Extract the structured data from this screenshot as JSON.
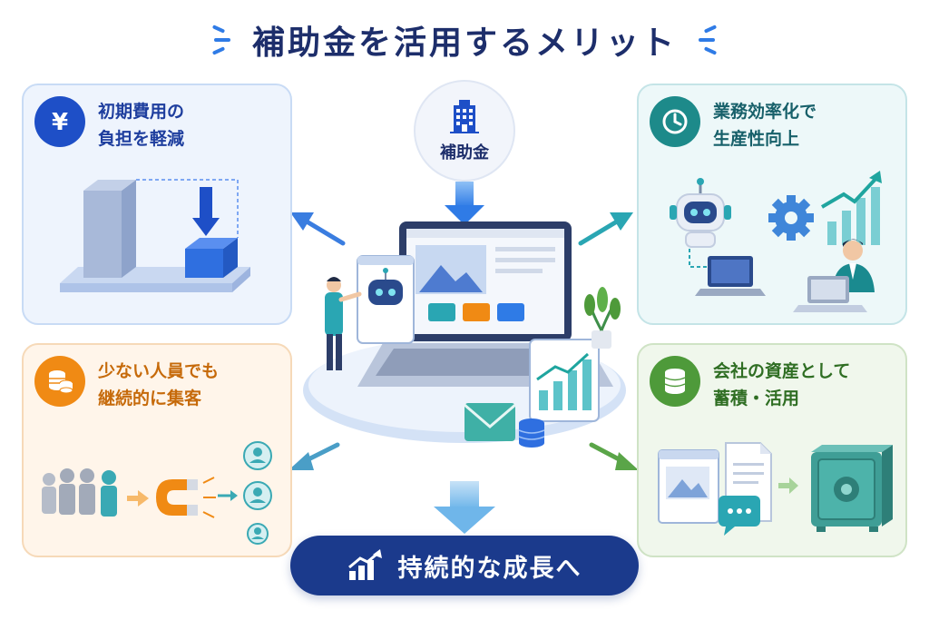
{
  "title": "補助金を活用するメリット",
  "hub": {
    "label": "補助金",
    "icon": "building-icon"
  },
  "cards": {
    "top_left": {
      "line1": "初期費用の",
      "line2": "負担を軽減",
      "icon": "yen-icon",
      "color": "#1e4fc7"
    },
    "top_right": {
      "line1": "業務効率化で",
      "line2": "生産性向上",
      "icon": "clock-icon",
      "color": "#1d8a8a"
    },
    "bottom_left": {
      "line1": "少ない人員でも",
      "line2": "継続的に集客",
      "icon": "coins-icon",
      "color": "#f08a14"
    },
    "bottom_right": {
      "line1": "会社の資産として",
      "line2": "蓄積・活用",
      "icon": "database-icon",
      "color": "#4e9a3a"
    }
  },
  "banner": {
    "label": "持続的な成長へ",
    "icon": "growth-chart-icon"
  },
  "colors": {
    "navy": "#1d2e6b",
    "accent_blue": "#2f7be6",
    "banner_bg": "#1b3a8c"
  }
}
